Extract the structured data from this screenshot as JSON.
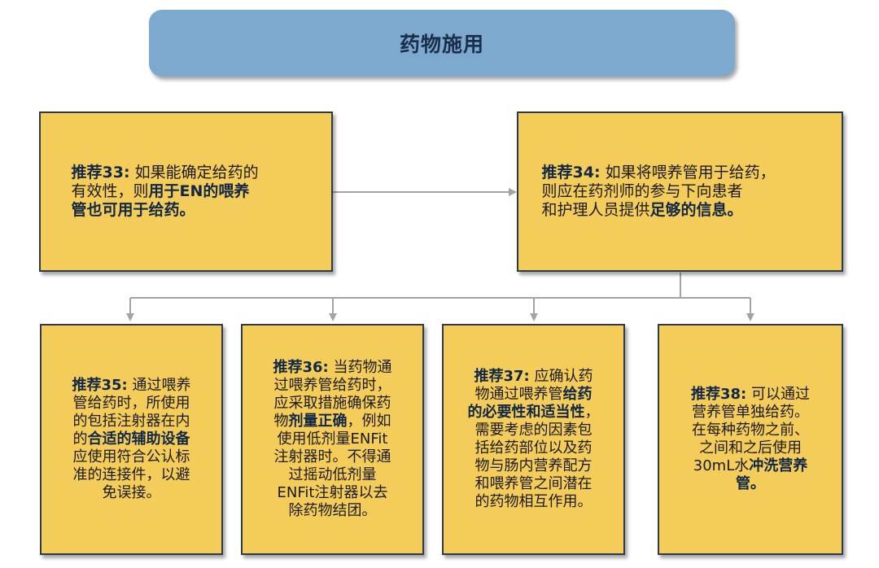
{
  "title": "药物施用",
  "colors": {
    "header_bg": "#7ea9ce",
    "box_bg": "#f4cc5a",
    "box_border": "#2e3a4c",
    "connector": "#a3a3a3"
  },
  "recommendations": {
    "r33": {
      "head": "推荐33:",
      "t1": " 如果能确定给药的",
      "t2": "有效性，则",
      "b1": "用于EN的喂养",
      "b2": "管也可用于给药。"
    },
    "r34": {
      "head": "推荐34:",
      "t1": " 如果将喂养管用于给药，",
      "t2": "则应在药剂师的参与下向患者",
      "t3": "和护理人员提供",
      "b1": "足够的信息。"
    },
    "r35": {
      "head": "推荐35:",
      "t1": " 通过喂养",
      "t2": "管给药时，所使用",
      "t3": "的包括注射器在内",
      "t4": "的",
      "b1": "合适的辅助设备",
      "t5": "应使用符合公认标",
      "t6": "准的连接件，以避",
      "t7": "免误接。"
    },
    "r36": {
      "head": "推荐36:",
      "t1": " 当药物通",
      "t2": "过喂养管给药时，",
      "t3": "应采取措施确保药",
      "t4": "物",
      "b1": "剂量正确",
      "t5": "，例如",
      "t6": "使用低剂量ENFit",
      "t7": "注射器时。不得通",
      "t8": "过摇动低剂量",
      "t9": "ENFit注射器以去",
      "t10": "除药物结团。"
    },
    "r37": {
      "head": "推荐37:",
      "t1": " 应确认药",
      "t2": "物通过喂养管",
      "b1": "给药",
      "b2": "的必要性和适当性",
      "t3": "，",
      "t4": "需要考虑的因素包",
      "t5": "括给药部位以及药",
      "t6": "物与肠内营养配方",
      "t7": "和喂养管之间潜在",
      "t8": "的药物相互作用。"
    },
    "r38": {
      "head": "推荐38:",
      "t1": " 可以通过",
      "t2": "营养管单独给药。",
      "t3": "在每种药物之前、",
      "t4": "之间和之后使用",
      "t5": "30mL水",
      "b1": "冲洗营养",
      "b2": "管。"
    }
  }
}
